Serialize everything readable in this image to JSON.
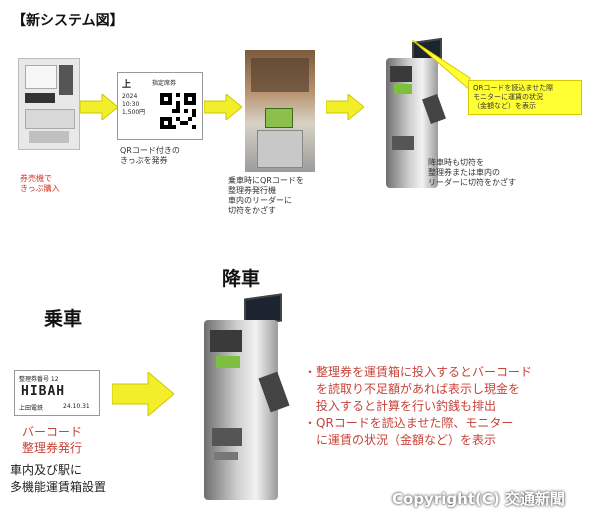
{
  "title": "【新システム図】",
  "steps": [
    {
      "caption": [
        "券売機で",
        "きっぷ購入"
      ]
    },
    {
      "caption": [
        "QRコード付きの",
        "きっぷを発券"
      ]
    },
    {
      "caption": [
        "乗車時にQRコードを",
        "整理券発行機",
        "車内のリーダーに",
        "切符をかざす"
      ]
    },
    {
      "caption": [
        "降車時も切符を",
        "整理券または車内の",
        "リーダーに切符をかざす"
      ]
    }
  ],
  "ticket": {
    "top_left": "上",
    "top_right": "指定席券",
    "lines": [
      "2024",
      "10:30",
      "1,500円"
    ]
  },
  "callout": [
    "QRコードを読込ませた際",
    "モニターに運賃の状況",
    "（金額など）を表示"
  ],
  "alighting_label": "降車",
  "boarding_label": "乗車",
  "old_ticket": {
    "line1": "整理券番号 12",
    "logo": "HIBAH",
    "line3": "上田電鉄",
    "line4": "24.10.31"
  },
  "barcode_label": [
    "バーコード",
    "整理券発行"
  ],
  "install_label": [
    "車内及び駅に",
    "多機能運賃箱設置"
  ],
  "bullets": [
    "・整理券を運賃箱に投入するとバーコード",
    "　を読取り不足額があれば表示し現金を",
    "　投入すると計算を行い釣銭も排出",
    "・QRコードを読込ませた際、モニター",
    "　に運賃の状況（金額など）を表示"
  ],
  "copyright": "Copyright(C) 交通新聞"
}
